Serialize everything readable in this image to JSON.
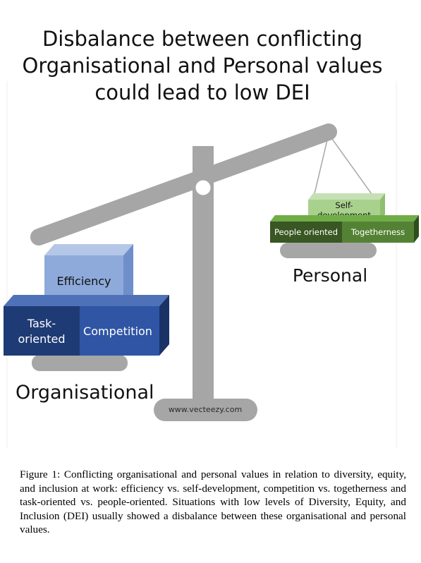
{
  "title": "Disbalance between conflicting\nOrganisational and Personal values\ncould lead to low DEI",
  "organisational": {
    "label": "Organisational",
    "top_block": "Efficiency",
    "left_block_line1": "Task-",
    "left_block_line2": "oriented",
    "right_block": "Competition"
  },
  "personal": {
    "label": "Personal",
    "top_block_line1": "Self-",
    "top_block_line2": "development",
    "left_block": "People oriented",
    "right_block": "Togetherness"
  },
  "watermark": "www.vecteezy.com",
  "caption": "Figure 1: Conflicting organisational and personal values in relation to diversity, equity, and inclusion at work: efficiency vs. self-development, competition vs. togetherness and task-oriented vs. people-oriented. Situations with low levels of Diversity, Equity, and Inclusion (DEI) usually showed a disbalance between these organisational and personal values.",
  "colors": {
    "scale": "#a6a6a6",
    "org_top": "#8eaadb",
    "org_dark": "#1f3b75",
    "org_mid": "#2f55a4",
    "pers_light": "#a9d18e",
    "pers_dark": "#385723",
    "pers_mid": "#548235"
  }
}
